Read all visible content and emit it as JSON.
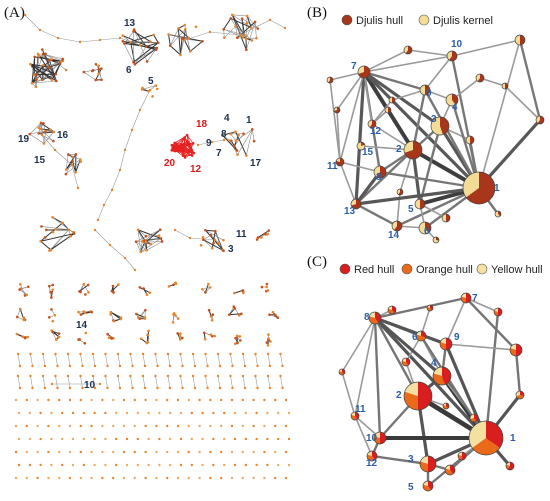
{
  "panels": {
    "a": {
      "label": "(A)",
      "labels_dark": [
        "13",
        "6",
        "5",
        "16",
        "19",
        "15",
        "4",
        "8",
        "1",
        "9",
        "7",
        "17",
        "11",
        "3",
        "14",
        "10"
      ],
      "labels_red": [
        "18",
        "20",
        "12"
      ]
    },
    "b": {
      "label": "(B)",
      "legend": [
        {
          "text": "Djulis hull",
          "color": "#a8361b"
        },
        {
          "text": "Djulis kernel",
          "color": "#f3dc96"
        }
      ],
      "node_labels": [
        "10",
        "7",
        "9",
        "4",
        "3",
        "12",
        "15",
        "2",
        "11",
        "8",
        "1",
        "5",
        "13",
        "14",
        "6"
      ]
    },
    "c": {
      "label": "(C)",
      "legend": [
        {
          "text": "Red hull",
          "color": "#d81e1e"
        },
        {
          "text": "Orange hull",
          "color": "#ea6a1a"
        },
        {
          "text": "Yellow hull",
          "color": "#f4e0a0"
        }
      ],
      "node_labels": [
        "7",
        "8",
        "6",
        "9",
        "4",
        "2",
        "11",
        "10",
        "1",
        "12",
        "3",
        "5"
      ]
    }
  },
  "colors": {
    "edge": "#6e6e6e",
    "label_blue": "#2b5ea8",
    "label_red": "#e01818",
    "hull_dark": "#a8361b",
    "kernel": "#f3dc96",
    "red_hull": "#d81e1e",
    "orange_hull": "#ea6a1a",
    "yellow_hull": "#f4e0a0"
  }
}
